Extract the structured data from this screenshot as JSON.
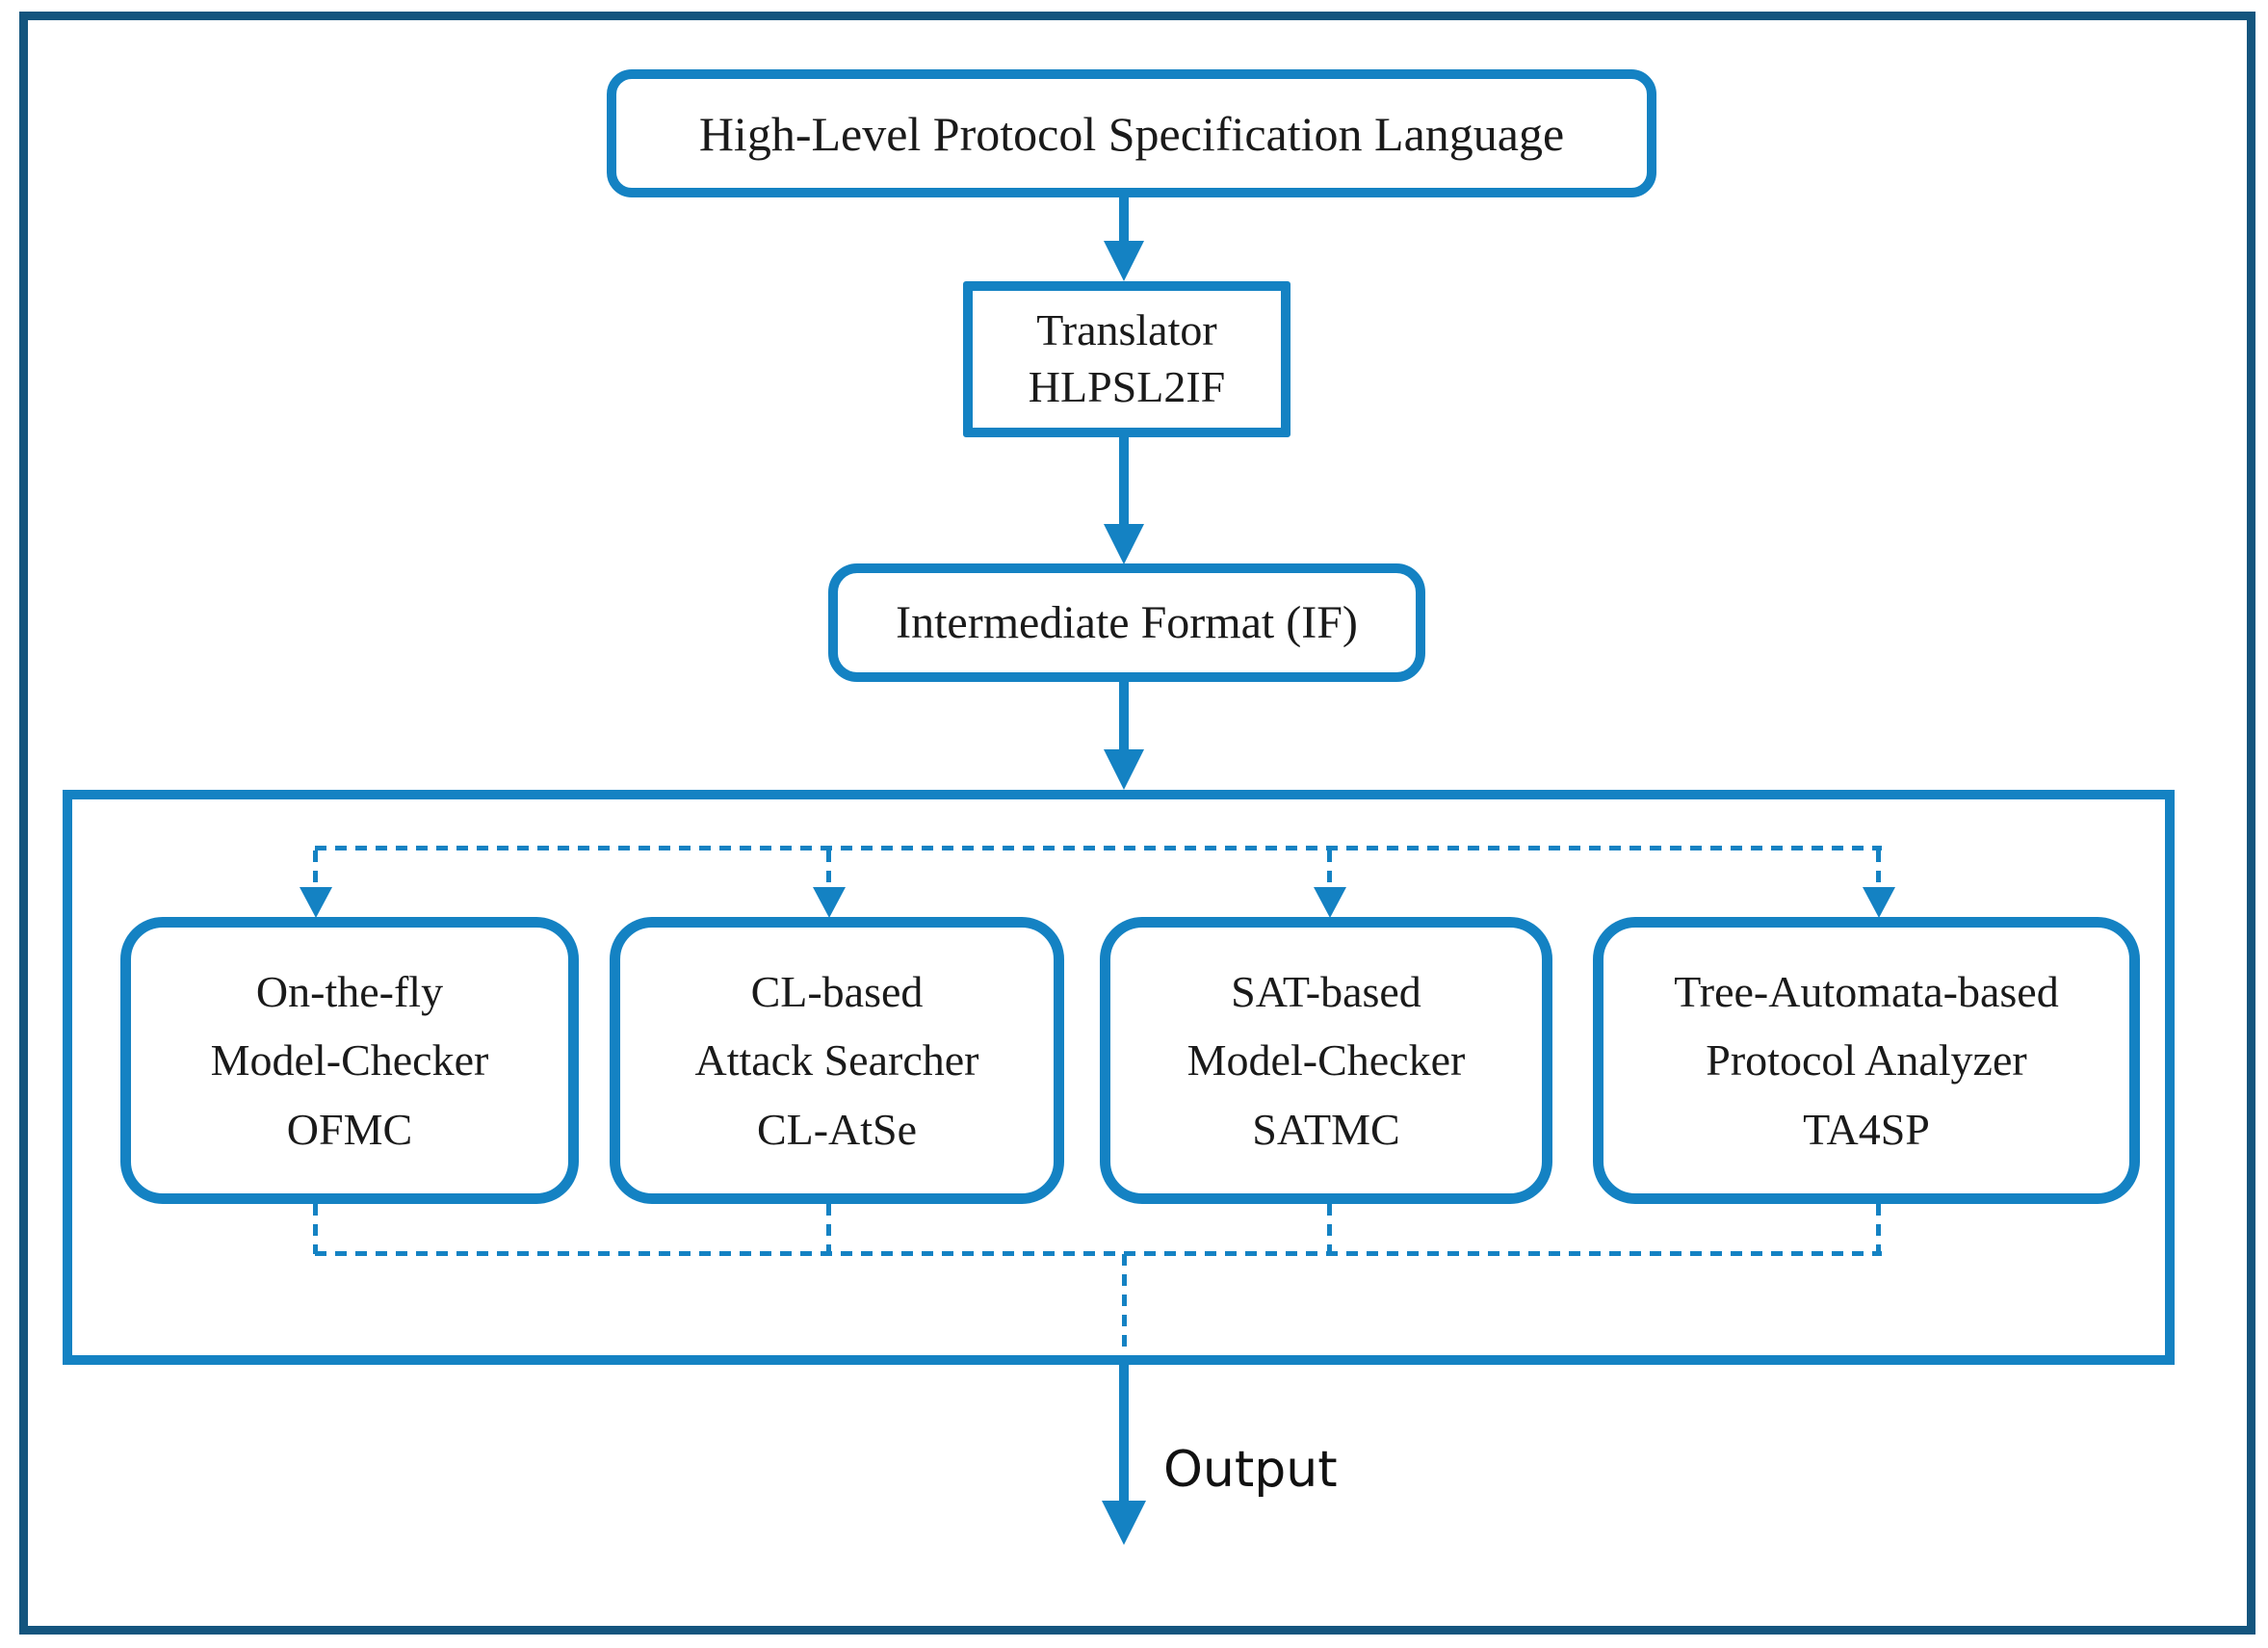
{
  "diagram": {
    "title_box": {
      "label": "High-Level Protocol Specification Language"
    },
    "translator_box": {
      "line1": "Translator",
      "line2": "HLPSL2IF"
    },
    "if_box": {
      "label": "Intermediate Format (IF)"
    },
    "tools": [
      {
        "line1": "On-the-fly",
        "line2": "Model-Checker",
        "line3": "OFMC"
      },
      {
        "line1": "CL-based",
        "line2": "Attack Searcher",
        "line3": "CL-AtSe"
      },
      {
        "line1": "SAT-based",
        "line2": "Model-Checker",
        "line3": "SATMC"
      },
      {
        "line1": "Tree-Automata-based",
        "line2": "Protocol Analyzer",
        "line3": "TA4SP"
      }
    ],
    "output_label": "Output",
    "colors": {
      "accent_blue": "#1482c3",
      "frame_blue": "#14557e",
      "text": "#1a1a1a",
      "background": "#ffffff"
    }
  }
}
